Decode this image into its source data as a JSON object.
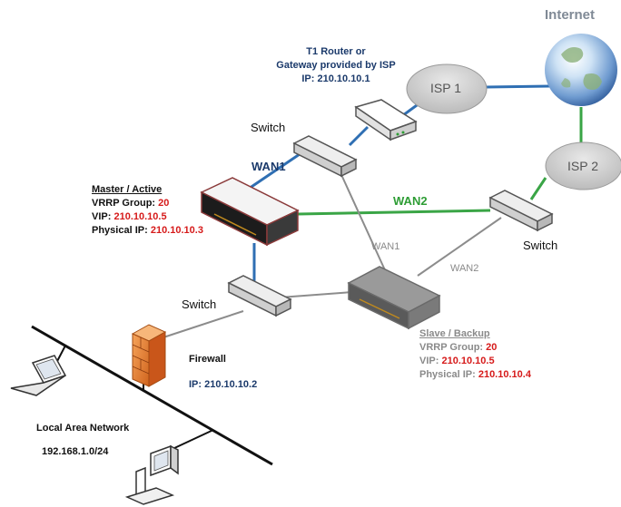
{
  "internet": {
    "label": "Internet"
  },
  "isp1": {
    "label": "ISP 1"
  },
  "isp2": {
    "label": "ISP 2"
  },
  "router": {
    "line1": "T1 Router or",
    "line2": "Gateway provided by ISP",
    "ip": "IP: 210.10.10.1"
  },
  "switches": {
    "top": "Switch",
    "right": "Switch",
    "left": "Switch"
  },
  "links": {
    "wan1_main": "WAN1",
    "wan2_main": "WAN2",
    "wan1_slave": "WAN1",
    "wan2_slave": "WAN2"
  },
  "master": {
    "title": "Master / Active",
    "vrrp_label": "VRRP Group:",
    "vrrp_value": "20",
    "vip_label": "VIP:",
    "vip_value": "210.10.10.5",
    "phys_label": "Physical IP:",
    "phys_value": "210.10.10.3"
  },
  "slave": {
    "title": "Slave / Backup",
    "vrrp_label": "VRRP Group:",
    "vrrp_value": "20",
    "vip_label": "VIP:",
    "vip_value": "210.10.10.5",
    "phys_label": "Physical IP:",
    "phys_value": "210.10.10.4"
  },
  "firewall": {
    "label": "Firewall",
    "ip": "IP: 210.10.10.2"
  },
  "lan": {
    "label": "Local Area Network",
    "subnet": "192.168.1.0/24"
  },
  "colors": {
    "wan1_blue": "#2f6fb3",
    "wan2_green": "#3aa546",
    "lan_grey": "#8c8c8c",
    "red_values": "#d61a1a"
  }
}
